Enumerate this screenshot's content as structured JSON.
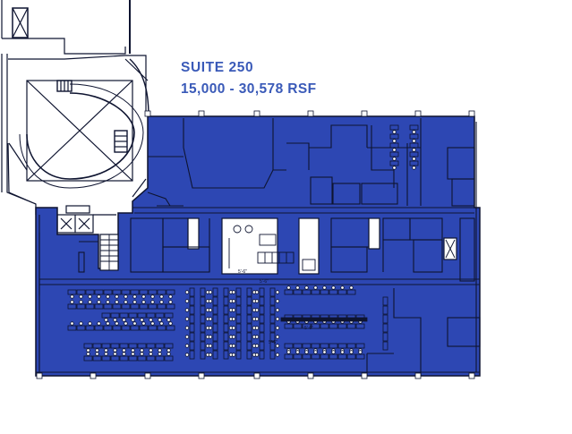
{
  "suite": {
    "title": "SUITE 250",
    "area": "15,000 - 30,578 RSF"
  },
  "colors": {
    "suite_fill": "#2d47b3",
    "wall": "#0e1430",
    "label": "#3a5ab8",
    "background": "#ffffff"
  },
  "plan": {
    "workstation_icon": "workstation-desk-icon",
    "dimension_marks": [
      "5'-6\"",
      "5'-6\"",
      "5'-6\"",
      "5'-6\""
    ]
  }
}
